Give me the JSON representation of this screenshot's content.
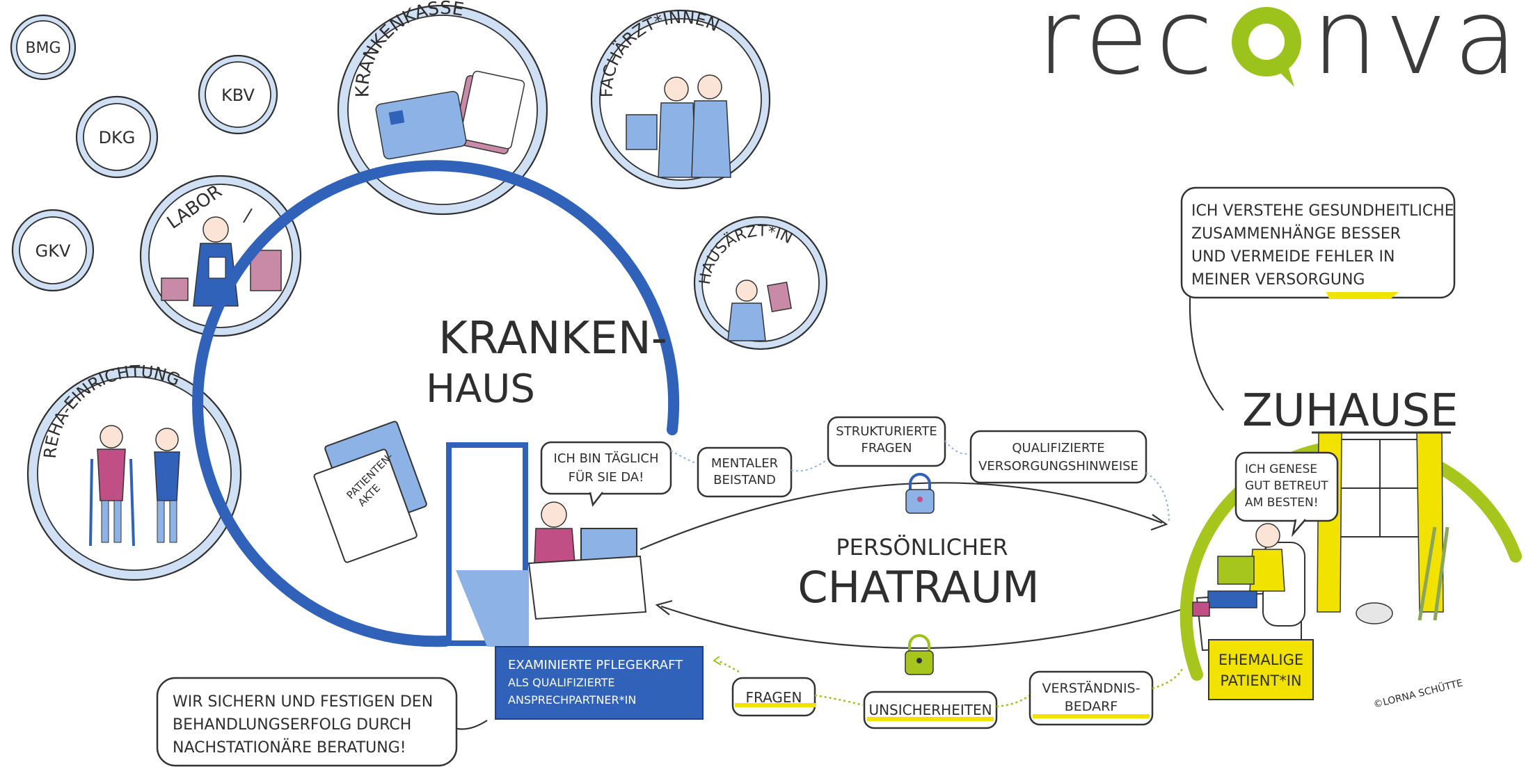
{
  "logo": {
    "text": "reconva",
    "accent_color": "#9bc31c",
    "text_color": "#3b3b3b"
  },
  "colors": {
    "blue": "#2f62b8",
    "light_blue": "#cfe0f5",
    "green": "#a6c51d",
    "yellow": "#f2e200",
    "ink": "#2e2e2e"
  },
  "small_circles": [
    {
      "label": "BMG"
    },
    {
      "label": "KBV"
    },
    {
      "label": "DKG"
    },
    {
      "label": "GKV"
    }
  ],
  "circles": {
    "labor": "LABOR",
    "krankenkasse": "KRANKENKASSE",
    "fachaerzte": "FACHÄRZT*INNEN",
    "hausarzt": "HAUSÄRZT*IN",
    "reha": "REHA-EINRICHTUNG"
  },
  "hospital": {
    "title_line1": "KRANKEN-",
    "title_line2": "HAUS",
    "file_label_line1": "PATIENTEN-",
    "file_label_line2": "AKTE",
    "nurse_bubble_line1": "ICH BIN TÄGLICH",
    "nurse_bubble_line2": "FÜR SIE DA!",
    "nurse_caption_line1": "EXAMINIERTE PFLEGEKRAFT",
    "nurse_caption_line2": "ALS QUALIFIZIERTE",
    "nurse_caption_line3": "ANSPRECHPARTNER*IN"
  },
  "home": {
    "title": "ZUHAUSE",
    "patient_bubble_line1": "ICH GENESE",
    "patient_bubble_line2": "GUT BETREUT",
    "patient_bubble_line3": "AM BESTEN!",
    "patient_caption_line1": "EHEMALIGE",
    "patient_caption_line2": "PATIENT*IN",
    "quote_line1": "ICH VERSTEHE GESUNDHEITLICHE",
    "quote_line2": "ZUSAMMENHÄNGE BESSER",
    "quote_line3": "UND VERMEIDE FEHLER IN",
    "quote_line4": "MEINER VERSORGUNG"
  },
  "chat": {
    "title_line1": "PERSÖNLICHER",
    "title_line2": "CHATRAUM",
    "to_home": [
      "MENTALER BEISTAND",
      "STRUKTURIERTE FRAGEN",
      "QUALIFIZIERTE VERSORGUNGSHINWEISE"
    ],
    "to_home_l1": [
      "MENTALER",
      "STRUKTURIERTE",
      "QUALIFIZIERTE"
    ],
    "to_home_l2": [
      "BEISTAND",
      "FRAGEN",
      "VERSORGUNGSHINWEISE"
    ],
    "to_hospital_l1": [
      "FRAGEN",
      "UNSICHERHEITEN",
      "VERSTÄNDNIS-"
    ],
    "to_hospital_l2": [
      "",
      "",
      "BEDARF"
    ]
  },
  "bottom_quote": {
    "line1": "WIR SICHERN UND FESTIGEN DEN",
    "line2": "BEHANDLUNGSERFOLG DURCH",
    "line3": "NACHSTATIONÄRE BERATUNG!"
  },
  "credit": "©LORNA SCHÜTTE"
}
